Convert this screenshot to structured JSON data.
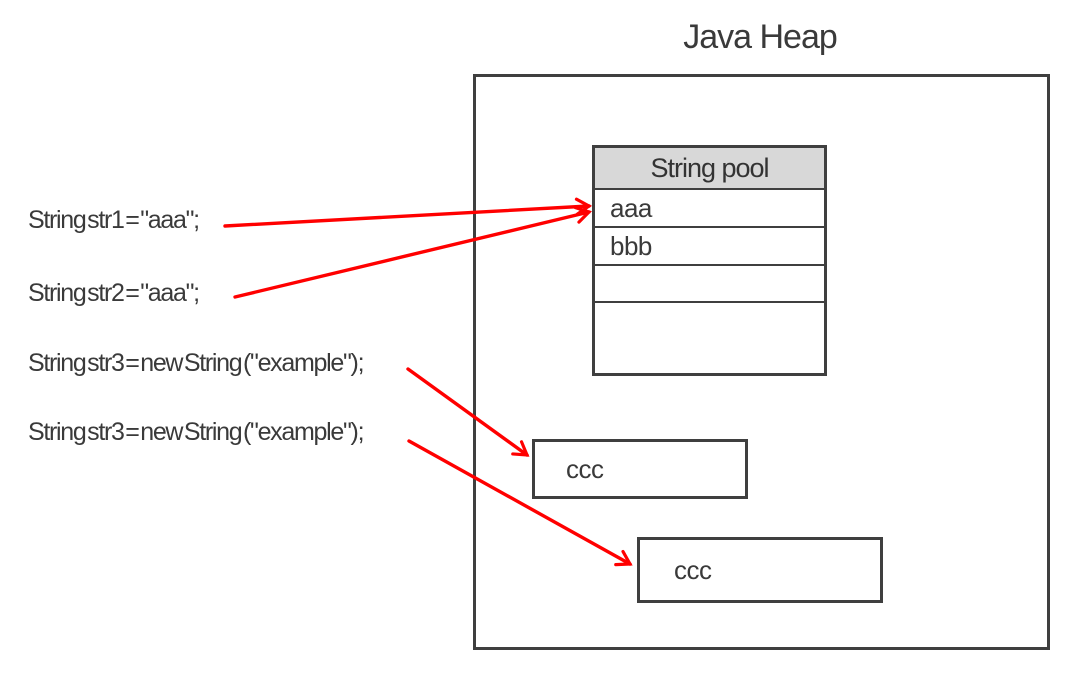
{
  "title": "Java Heap",
  "code_labels": [
    "String str1 = \"aaa\";",
    "String str2 = \"aaa\";",
    "String str3 = new String (\"example\");",
    "String str3 = new String (\"example\");"
  ],
  "string_pool": {
    "header": "String pool",
    "rows": [
      "aaa",
      "bbb",
      "",
      ""
    ]
  },
  "heap_objects": [
    "ccc",
    "ccc"
  ],
  "arrows": [
    {
      "from": "code-label-str1",
      "to": "string-pool-row-aaa"
    },
    {
      "from": "code-label-str2",
      "to": "string-pool-row-aaa"
    },
    {
      "from": "code-label-str3-first",
      "to": "heap-object-ccc-1"
    },
    {
      "from": "code-label-str3-second",
      "to": "heap-object-ccc-2"
    }
  ],
  "colors": {
    "arrow_red": "#FF0000",
    "box_border_gray": "#3F3F3F",
    "pool_header_fill": "#D8D8D8",
    "text_dark_gray": "#3A3A3A"
  }
}
